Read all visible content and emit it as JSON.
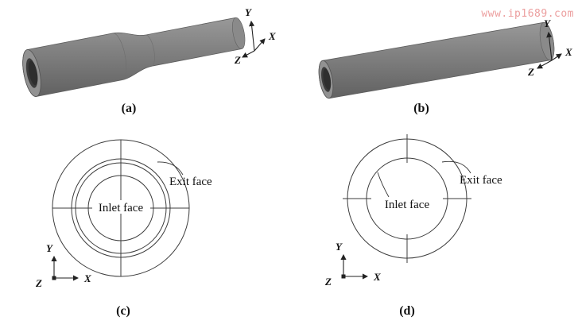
{
  "watermark": {
    "text": "www.ip1689.com",
    "color": "#ec9f9f"
  },
  "colors": {
    "cylinder_gray": "#7d7d7d",
    "cylinder_face_gray": "#929292",
    "bore_dark": "#3d3d3d",
    "outline": "#3c3c3c",
    "text": "#111111"
  },
  "panels": {
    "a": {
      "caption": "(a)",
      "kind": "3d-model-stepped-tube",
      "axes": {
        "x": "X",
        "y": "Y",
        "z": "Z"
      }
    },
    "b": {
      "caption": "(b)",
      "kind": "3d-model-straight-tube",
      "axes": {
        "x": "X",
        "y": "Y",
        "z": "Z"
      }
    },
    "c": {
      "caption": "(c)",
      "kind": "cross-section-stepped-die",
      "exit_face": "Exit face",
      "inlet_face": "Inlet face",
      "axes": {
        "x": "X",
        "y": "Y",
        "z": "Z"
      }
    },
    "d": {
      "caption": "(d)",
      "kind": "cross-section-straight-die",
      "exit_face": "Exit face",
      "inlet_face": "Inlet face",
      "axes": {
        "x": "X",
        "y": "Y",
        "z": "Z"
      }
    }
  }
}
